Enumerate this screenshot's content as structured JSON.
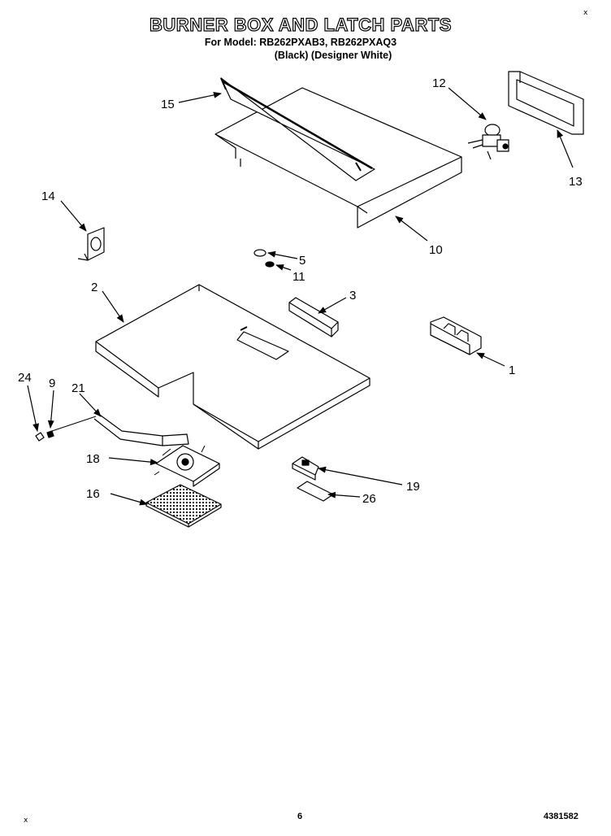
{
  "header": {
    "title": "BURNER BOX AND LATCH PARTS",
    "model_line": "For Model: RB262PXAB3, RB262PXAQ3",
    "color_line": "(Black)  (Designer White)"
  },
  "callouts": {
    "c1": "1",
    "c2": "2",
    "c3": "3",
    "c5": "5",
    "c9": "9",
    "c10": "10",
    "c11": "11",
    "c12": "12",
    "c13": "13",
    "c14": "14",
    "c15": "15",
    "c16": "16",
    "c18": "18",
    "c19": "19",
    "c21": "21",
    "c24": "24",
    "c26": "26"
  },
  "footer": {
    "page_number": "6",
    "doc_number": "4381582",
    "corner_mark": "x"
  }
}
